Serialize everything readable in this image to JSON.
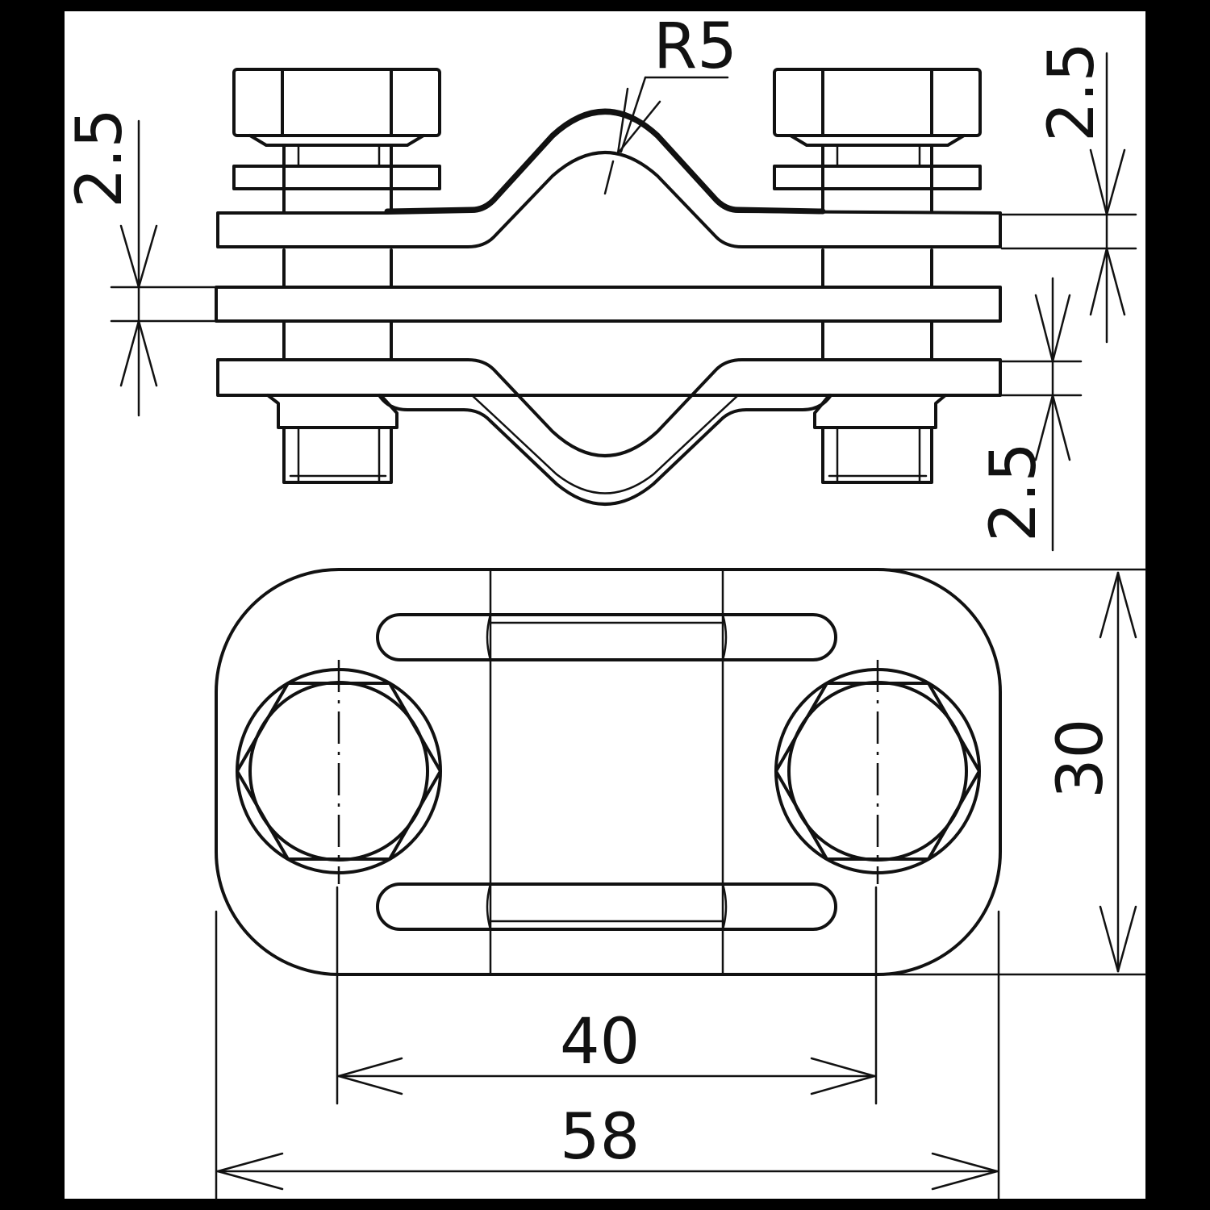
{
  "dimensions": {
    "radius": "R5",
    "thickness_top_left": "2.5",
    "thickness_top_right": "2.5",
    "thickness_bottom_right": "2.5",
    "height": "30",
    "hole_spacing": "40",
    "overall_width": "58"
  },
  "colors": {
    "line": "#111111",
    "background": "#ffffff",
    "frame": "#000000"
  }
}
